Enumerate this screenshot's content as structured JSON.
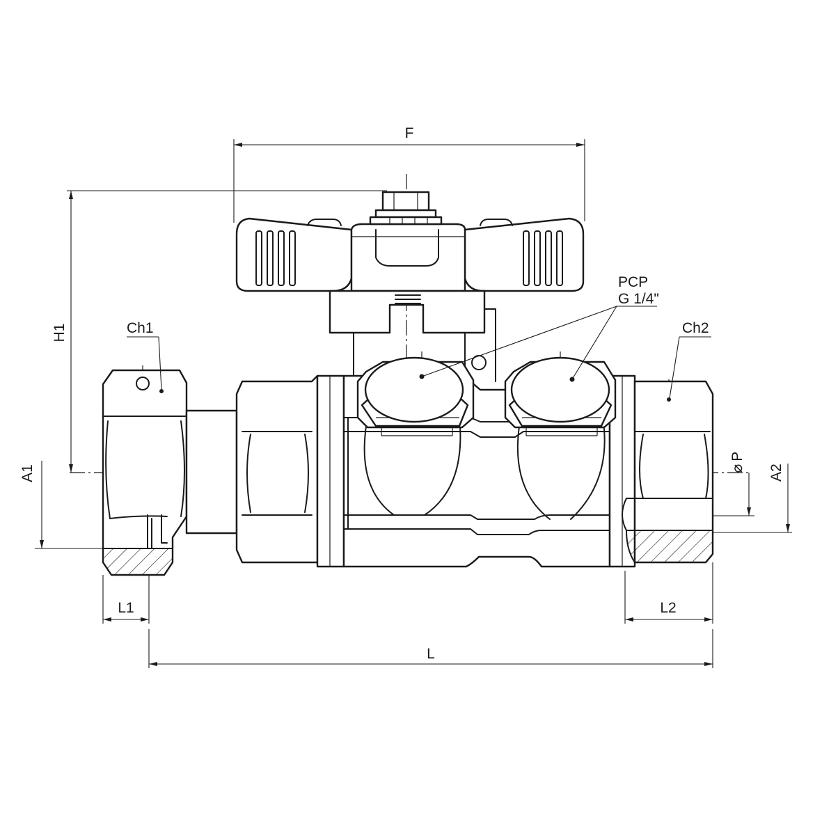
{
  "dimensions": {
    "F": "F",
    "H1": "H1",
    "A1": "A1",
    "A2": "A2",
    "L": "L",
    "L1": "L1",
    "L2": "L2",
    "P": "P"
  },
  "callouts": {
    "ch1": "Ch1",
    "ch2": "Ch2",
    "pcp_line1": "PCP",
    "pcp_line2": "G 1/4\""
  },
  "symbols": {
    "diameter": "⌀"
  }
}
